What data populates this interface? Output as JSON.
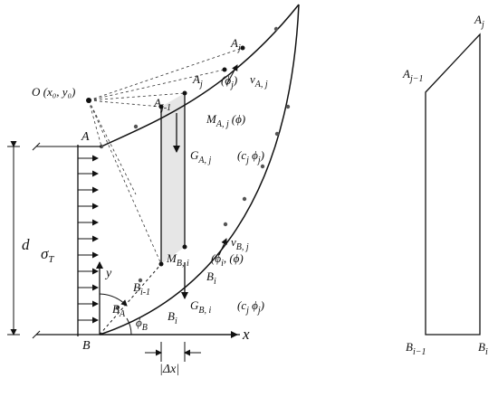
{
  "left": {
    "origin_label": "O (x₀, y₀)",
    "A_label": "A",
    "B_label": "B",
    "Aj_top_label": "A",
    "Aj_top_sub": "j",
    "Aj_label": "A",
    "Aj_sub": "j",
    "Aj_angle": "(ϕ",
    "Aj_angle_sub": "j",
    "Aj_angle_close": ")",
    "vA_label": "v",
    "vA_sub": "A, j",
    "Ajm1_label": "A",
    "Ajm1_sub": "j-1",
    "MA_label": "M",
    "MA_sub": "A, j",
    "MA_arg": "(ϕ)",
    "GA_label": "G",
    "GA_sub": "A, j",
    "GA_params": "(c",
    "GA_params_sub1": "j",
    "GA_params_mid": " ϕ",
    "GA_params_sub2": "j",
    "GA_params_close": ")",
    "vB_label": "v",
    "vB_sub": "B, j",
    "MB_label": "M",
    "MB_sub": "B, i",
    "Bi_label": "B",
    "Bi_sub": "i",
    "Bi_angle": "(ϕ",
    "Bi_angle_sub": "i",
    "Bi_angle_arg": ", (ϕ)",
    "Bim1_label": "B",
    "Bim1_sub": "i-1",
    "BA_label": "B",
    "BA_sub": "A",
    "Bi2_label": "B",
    "Bi2_sub": "i",
    "GB_label": "G",
    "GB_sub": "B, i",
    "GB_params": "(c",
    "GB_params_sub1": "j",
    "GB_params_mid": " ϕ",
    "GB_params_sub2": "j",
    "GB_params_close": ")",
    "phiB_label": "ϕ",
    "phiB_sub": "B",
    "y_axis": "y",
    "x_axis": "x",
    "d_label": "d",
    "sigma_label": "σ",
    "sigma_sub": "T",
    "dx_label": "|Δx|"
  },
  "right": {
    "Aj_label": "A",
    "Aj_sub": "j",
    "Ajm1_label": "A",
    "Ajm1_sub": "j−1",
    "Bim1_label": "B",
    "Bim1_sub": "i−1",
    "Bi_label": "B",
    "Bi_sub": "i"
  },
  "colors": {
    "slice_fill": "#e6e6e6",
    "line": "#111111",
    "dot": "#555555"
  }
}
